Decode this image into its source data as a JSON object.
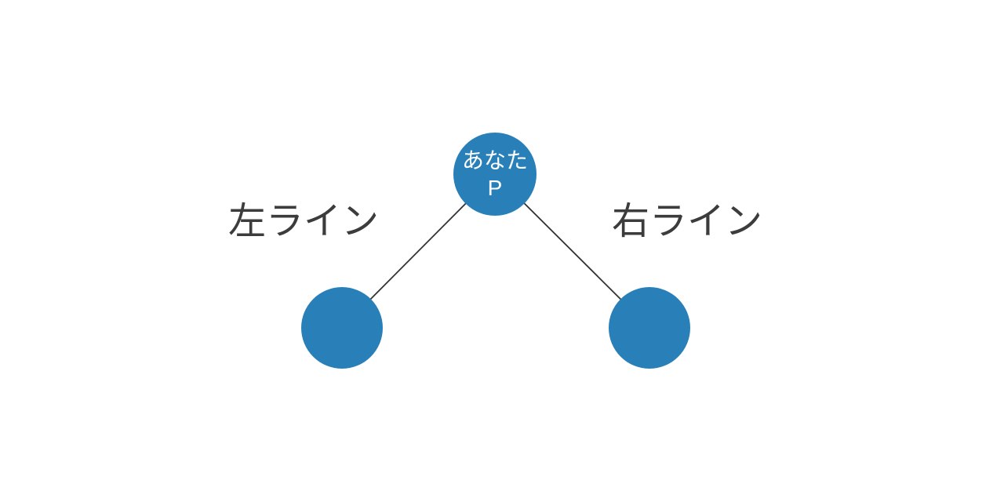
{
  "diagram": {
    "top_node": {
      "label_line1": "あなた",
      "label_line2": "P"
    },
    "left_label": "左ライン",
    "right_label": "右ライン",
    "colors": {
      "node_fill": "#2980b9",
      "node_text": "#ffffff",
      "edge": "#333333",
      "label_text": "#3c3c3c",
      "background": "#ffffff"
    }
  }
}
